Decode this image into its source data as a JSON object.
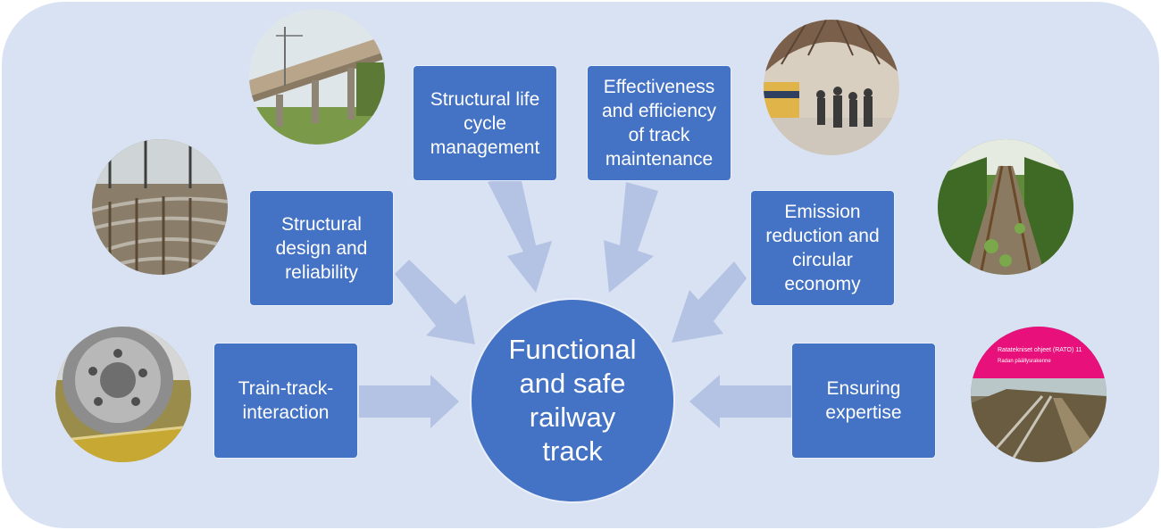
{
  "hub": {
    "label": "Functional\nand safe\nrailway\ntrack"
  },
  "topics": {
    "lifecycle": "Structural life\ncycle\nmanagement",
    "maintenance": "Effectiveness\nand efficiency\nof track\nmaintenance",
    "design": "Structural\ndesign and\nreliability",
    "emission": "Emission\nreduction and\ncircular\neconomy",
    "interaction": "Train-track-\ninteraction",
    "expertise": "Ensuring\nexpertise"
  },
  "photos": {
    "bridge": "railway-bridge-photo",
    "station": "station-crowd-photo",
    "switches": "track-switches-photo",
    "overgrown": "overgrown-track-photo",
    "wheel": "train-wheel-photo",
    "guideline": {
      "title": "Ratatekniset ohjeet (RATO) 11",
      "subtitle": "Radan päällysrakenne",
      "accent": "#e8107a"
    }
  },
  "colors": {
    "panel": "#d9e2f3",
    "box": "#4472c4",
    "arrow": "#b4c3e3"
  }
}
